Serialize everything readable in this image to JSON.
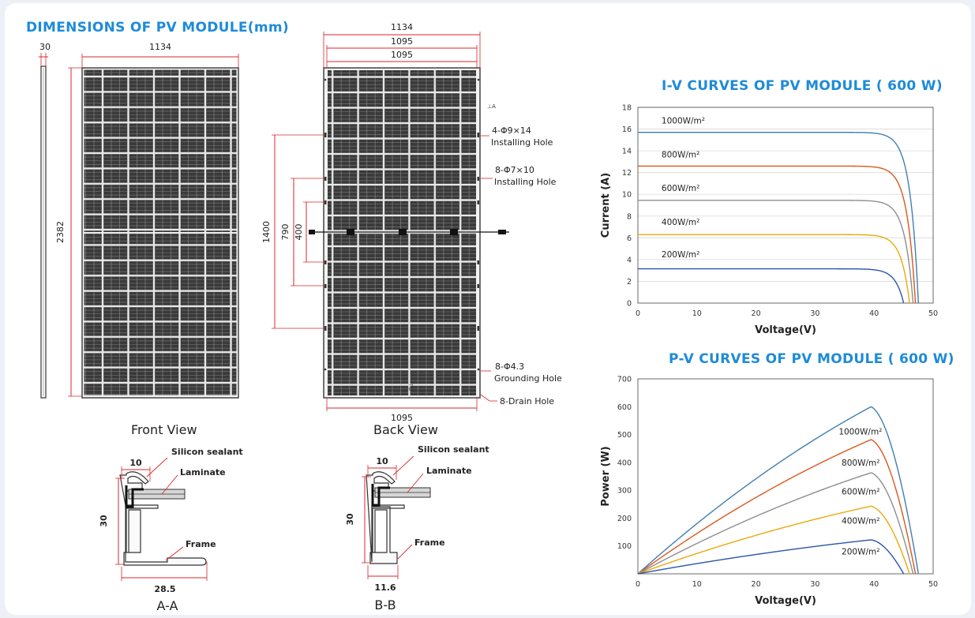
{
  "main_title": "DIMENSIONS OF PV MODULE(mm)",
  "colors": {
    "accent": "#1e8bd8",
    "dimension_line": "#d9262c",
    "cell": "#2a2a2a"
  },
  "side_view": {
    "thickness": "30",
    "height": "2382"
  },
  "front_view": {
    "label": "Front View",
    "width": "1134"
  },
  "back_view": {
    "label": "Back View",
    "width_top": "1134",
    "width_mid1": "1095",
    "width_mid2": "1095",
    "width_bottom": "1095",
    "dim_1400": "1400",
    "dim_790": "790",
    "dim_400": "400",
    "marking_top": "⊥A",
    "marking_bottom": "B⊥",
    "callouts": {
      "installing_hole_1": "4-Φ9×14",
      "installing_hole_1_desc": "Installing Hole",
      "installing_hole_2": "8-Φ7×10",
      "installing_hole_2_desc": "Installing Hole",
      "grounding_hole": "8-Φ4.3",
      "grounding_hole_desc": "Grounding Hole",
      "drain_hole": "8-Drain Hole"
    }
  },
  "section_aa": {
    "label": "A-A",
    "width": "28.5",
    "top": "10",
    "height": "30",
    "sealant": "Silicon sealant",
    "laminate": "Laminate",
    "frame": "Frame"
  },
  "section_bb": {
    "label": "B-B",
    "width": "11.6",
    "top": "10",
    "height": "30",
    "sealant": "Silicon sealant",
    "laminate": "Laminate",
    "frame": "Frame"
  },
  "chart_data": [
    {
      "type": "line",
      "title": "I-V CURVES OF PV MODULE ( 600 W)",
      "xlabel": "Voltage(V)",
      "ylabel": "Current (A)",
      "xlim": [
        0,
        50
      ],
      "ylim": [
        0,
        18
      ],
      "xticks": [
        0,
        10,
        20,
        30,
        40,
        50
      ],
      "yticks": [
        0,
        2,
        4,
        6,
        8,
        10,
        12,
        14,
        16,
        18
      ],
      "grid": "horizontal",
      "series": [
        {
          "name": "1000W/m²",
          "color": "#3f7fb1",
          "isc": 15.7,
          "voc": 47.5,
          "label_at": [
            4,
            16.5
          ]
        },
        {
          "name": "800W/m²",
          "color": "#d9581c",
          "isc": 12.6,
          "voc": 47.0,
          "label_at": [
            4,
            13.4
          ]
        },
        {
          "name": "600W/m²",
          "color": "#8e8e8e",
          "isc": 9.45,
          "voc": 46.6,
          "label_at": [
            4,
            10.3
          ]
        },
        {
          "name": "400W/m²",
          "color": "#e8aa0c",
          "isc": 6.3,
          "voc": 46.0,
          "label_at": [
            4,
            7.2
          ]
        },
        {
          "name": "200W/m²",
          "color": "#2a56a8",
          "isc": 3.15,
          "voc": 45.0,
          "label_at": [
            4,
            4.2
          ]
        }
      ]
    },
    {
      "type": "line",
      "title": "P-V CURVES OF PV MODULE ( 600 W)",
      "xlabel": "Voltage(V)",
      "ylabel": "Power (W)",
      "xlim": [
        0,
        50
      ],
      "ylim": [
        0,
        700
      ],
      "xticks": [
        0,
        10,
        20,
        30,
        40,
        50
      ],
      "yticks": [
        100,
        200,
        300,
        400,
        500,
        600,
        700
      ],
      "grid": "none",
      "series": [
        {
          "name": "1000W/m²",
          "color": "#3f7fb1",
          "vmp": 39.5,
          "pmax": 600,
          "voc": 47.5,
          "label_at": [
            34,
            500
          ]
        },
        {
          "name": "800W/m²",
          "color": "#d9581c",
          "vmp": 39.5,
          "pmax": 482,
          "voc": 47.0,
          "label_at": [
            34.5,
            388
          ]
        },
        {
          "name": "600W/m²",
          "color": "#8e8e8e",
          "vmp": 39.5,
          "pmax": 363,
          "voc": 46.6,
          "label_at": [
            34.5,
            285
          ]
        },
        {
          "name": "400W/m²",
          "color": "#e8aa0c",
          "vmp": 39.5,
          "pmax": 243,
          "voc": 46.0,
          "label_at": [
            34.5,
            180
          ]
        },
        {
          "name": "200W/m²",
          "color": "#2a56a8",
          "vmp": 39.5,
          "pmax": 122,
          "voc": 45.0,
          "label_at": [
            34.5,
            70
          ]
        }
      ]
    }
  ]
}
